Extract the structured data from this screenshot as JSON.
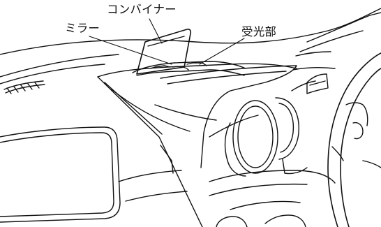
{
  "labels": {
    "combiner": "コンバイナー",
    "mirror": "ミラー",
    "light_sensor": "受光部"
  },
  "colors": {
    "line": "#111111",
    "background": "#ffffff"
  }
}
